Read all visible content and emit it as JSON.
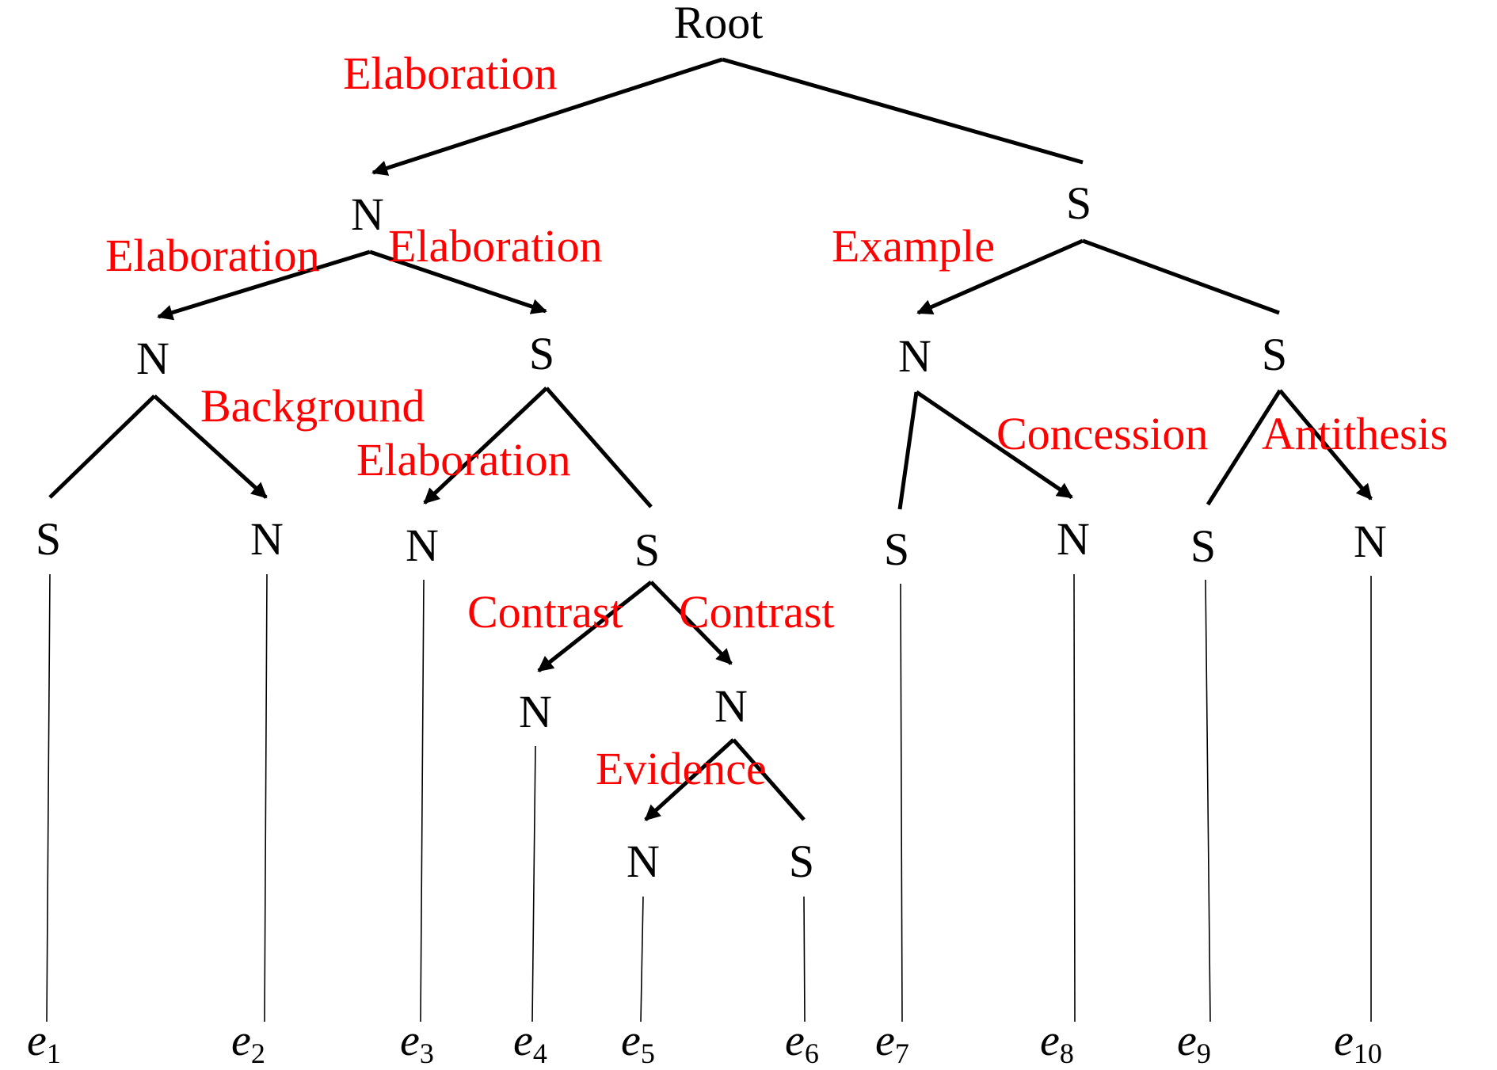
{
  "colors": {
    "node": "#000000",
    "relation": "#ff0000",
    "background": "#ffffff"
  },
  "nodes": {
    "root": "Root",
    "n_l1": "N",
    "s_l1": "S",
    "n_l2a": "N",
    "s_l2b": "S",
    "n_l2c": "N",
    "s_l2d": "S",
    "s_l3_1": "S",
    "n_l3_2": "N",
    "n_l3_3": "N",
    "s_l3_4": "S",
    "s_l3_5": "S",
    "n_l3_6": "N",
    "s_l3_7": "S",
    "n_l3_8": "N",
    "n_l4a": "N",
    "n_l4b": "N",
    "n_l5a": "N",
    "s_l5b": "S"
  },
  "relations": {
    "root": "Elaboration",
    "n_l1_left": "Elaboration",
    "n_l1_right": "Elaboration",
    "s_l1": "Example",
    "n_l2a": "Background",
    "s_l2b": "Elaboration",
    "n_l2c": "Concession",
    "s_l2d": "Antithesis",
    "s_l3_4_left": "Contrast",
    "s_l3_4_right": "Contrast",
    "n_l4b": "Evidence"
  },
  "leaves": [
    {
      "letter": "e",
      "sub": "1"
    },
    {
      "letter": "e",
      "sub": "2"
    },
    {
      "letter": "e",
      "sub": "3"
    },
    {
      "letter": "e",
      "sub": "4"
    },
    {
      "letter": "e",
      "sub": "5"
    },
    {
      "letter": "e",
      "sub": "6"
    },
    {
      "letter": "e",
      "sub": "7"
    },
    {
      "letter": "e",
      "sub": "8"
    },
    {
      "letter": "e",
      "sub": "9"
    },
    {
      "letter": "e",
      "sub": "10"
    }
  ]
}
